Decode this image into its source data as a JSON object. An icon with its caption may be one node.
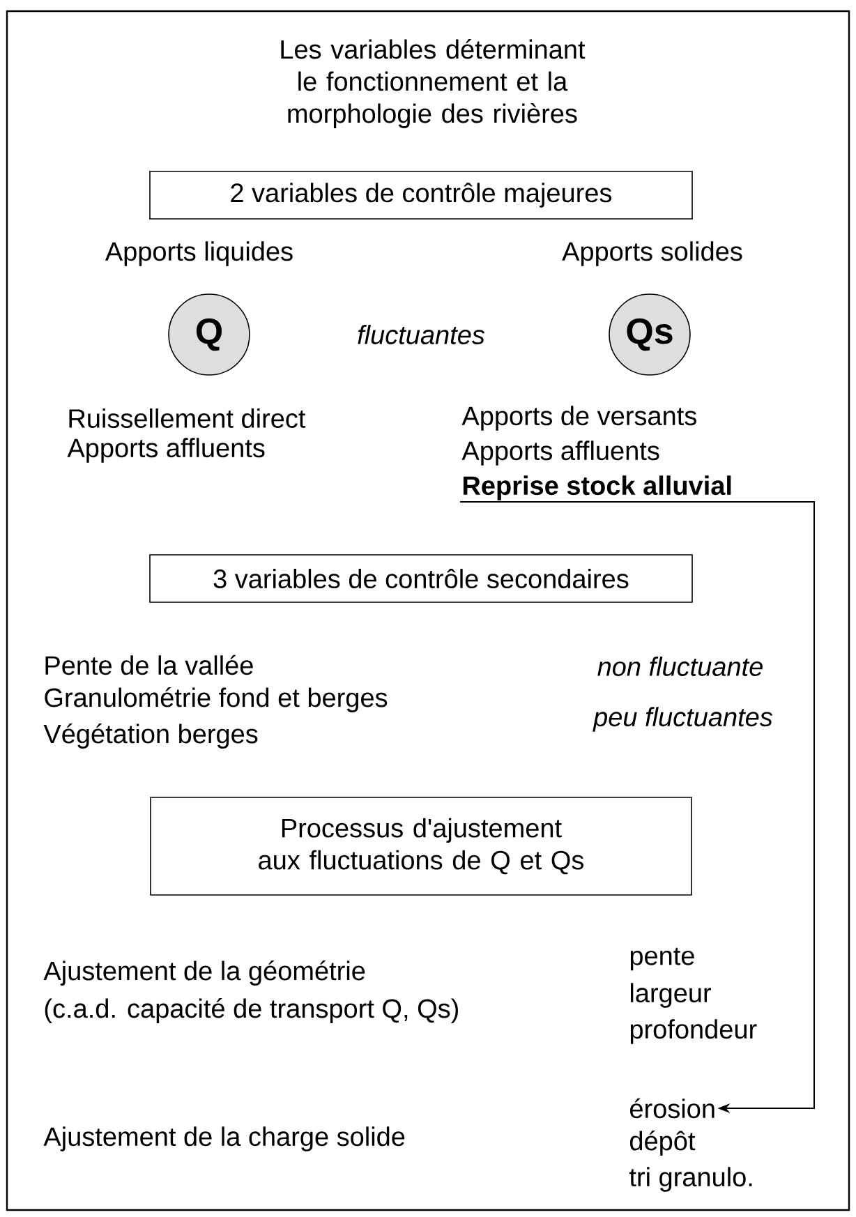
{
  "diagram": {
    "title": "Les variables déterminant le fonctionnement et la morphologie des rivières",
    "nodes": [
      {
        "text": [
          "2 variables de contrôle majeures"
        ]
      },
      {
        "text": [
          "Q"
        ]
      },
      {
        "text": [
          "Qs"
        ]
      },
      {
        "text": [
          "3 variables de contrôle secondaires"
        ]
      },
      {
        "text": [
          "Processus d'ajustement aux fluctuations de Q et Qs"
        ]
      },
      {
        "text": [
          "Reprise stock alluvial"
        ]
      },
      {
        "text": [
          "érosion"
        ]
      }
    ],
    "edges": [
      {
        "from": 5,
        "to": 6,
        "arrow": "to"
      }
    ],
    "labels": [
      "Apports liquides",
      "Apports solides",
      "fluctuantes",
      "Ruissellement direct",
      "Apports de versants",
      "Apports affluents",
      "Apports affluents",
      "Pente de la vallée",
      "non fluctuante",
      "Granulométrie fond et berges",
      "peu fluctuantes",
      "Végétation berges",
      "pente",
      "Ajustement de la géométrie",
      "largeur",
      "(c.a.d. capacité de transport Q, Qs)",
      "profondeur",
      "Ajustement de la charge solide",
      "dépôt",
      "tri granulo."
    ]
  }
}
